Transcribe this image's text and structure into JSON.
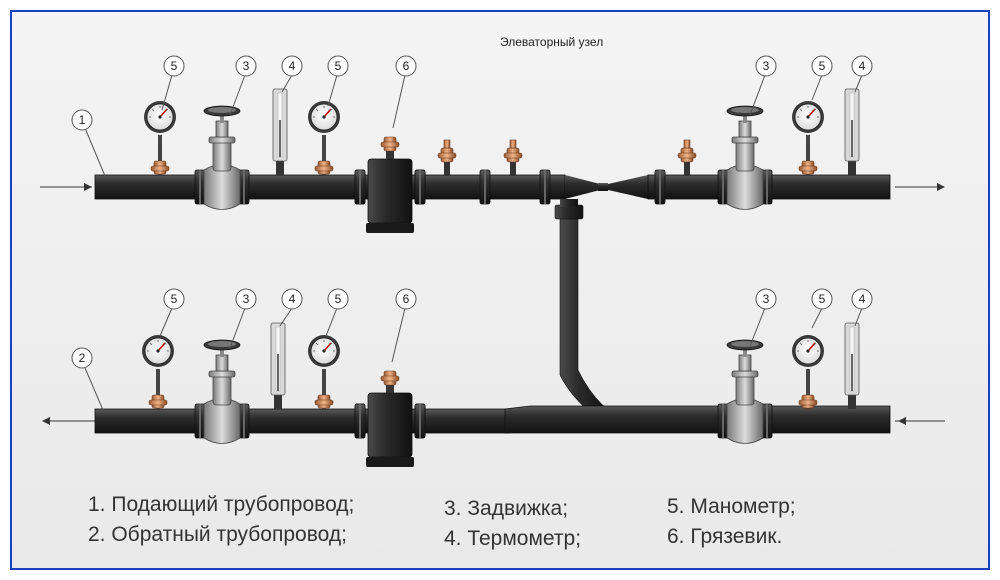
{
  "title": "Элеваторный узел",
  "callouts": {
    "pipe_supply": "1",
    "pipe_return": "2",
    "valve": "3",
    "thermometer": "4",
    "manometer": "5",
    "mud_trap": "6"
  },
  "legend": {
    "col1": [
      "1. Подающий трубопровод;",
      "2. Обратный трубопровод;"
    ],
    "col2": [
      "3. Задвижка;",
      "4. Термометр;"
    ],
    "col3": [
      "5. Манометр;",
      "6. Грязевик."
    ]
  },
  "colors": {
    "pipe": "#2b2b2b",
    "steel": "#9a9a9a",
    "brass": "#c9784a",
    "frame": "#1f3fbf"
  }
}
